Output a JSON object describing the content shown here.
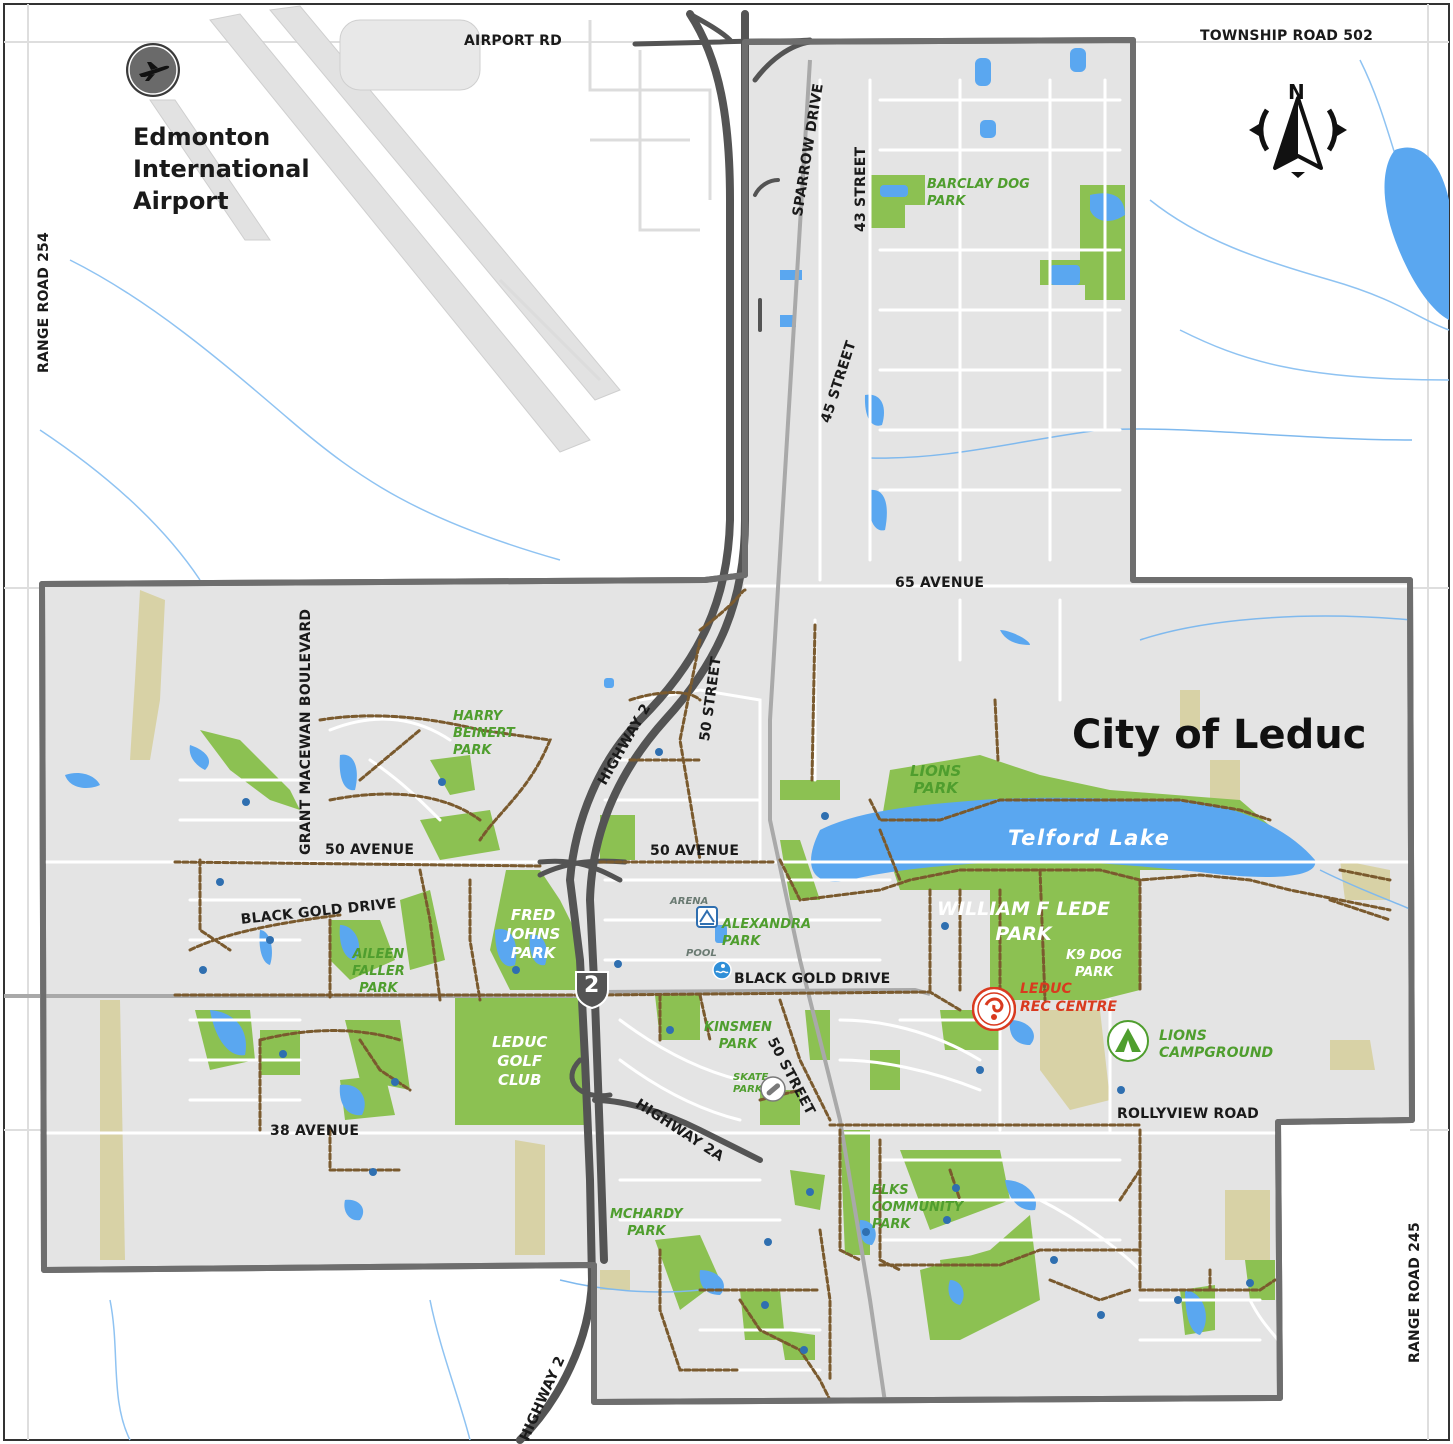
{
  "map": {
    "city_label": "City of Leduc",
    "airport": {
      "name_lines": [
        "Edmonton",
        "International",
        "Airport"
      ],
      "icon": "airplane-icon"
    },
    "compass": {
      "letter": "N",
      "icon": "compass-rose-icon"
    },
    "highway_shield": {
      "number": "2",
      "icon": "highway-shield-icon"
    },
    "lake": "Telford Lake",
    "roads": {
      "airport_rd": "AIRPORT RD",
      "township_502": "TOWNSHIP ROAD 502",
      "range_254": "RANGE ROAD 254",
      "range_245": "RANGE ROAD 245",
      "sparrow": "SPARROW DRIVE",
      "st43": "43 STREET",
      "st45": "45 STREET",
      "ave65": "65 AVENUE",
      "st50_north": "50 STREET",
      "hwy2_north": "HIGHWAY 2",
      "hwy2_south": "HIGHWAY 2",
      "grant_macewan": "GRANT MACEWAN BOULEVARD",
      "ave50_west": "50 AVENUE",
      "ave50_east": "50 AVENUE",
      "black_gold_west": "BLACK GOLD DRIVE",
      "black_gold_east": "BLACK GOLD DRIVE",
      "st50_south": "50 STREET",
      "hwy2a": "HIGHWAY 2A",
      "ave38": "38 AVENUE",
      "rollyview": "ROLLYVIEW ROAD"
    },
    "parks": {
      "barclay": [
        "BARCLAY DOG",
        "PARK"
      ],
      "harry_beinert": [
        "HARRY",
        "BEINERT",
        "PARK"
      ],
      "lions_park": [
        "LIONS",
        "PARK"
      ],
      "william_lede": [
        "WILLIAM F LEDE",
        "PARK"
      ],
      "k9": [
        "K9 DOG",
        "PARK"
      ],
      "fred_johns": [
        "FRED",
        "JOHNS",
        "PARK"
      ],
      "aileen_faller": [
        "AILEEN",
        "FALLER",
        "PARK"
      ],
      "alexandra": [
        "ALEXANDRA",
        "PARK"
      ],
      "leduc_golf": [
        "LEDUC",
        "GOLF",
        "CLUB"
      ],
      "kinsmen": [
        "KINSMEN",
        "PARK"
      ],
      "skate": [
        "SKATE",
        "PARK"
      ],
      "elks": [
        "ELKS",
        "COMMUNITY",
        "PARK"
      ],
      "mchardy": [
        "MCHARDY",
        "PARK"
      ]
    },
    "pois": {
      "arena": "ARENA",
      "pool": "POOL",
      "rec_centre": [
        "LEDUC",
        "REC CENTRE"
      ],
      "campground": [
        "LIONS",
        "CAMPGROUND"
      ]
    },
    "colors": {
      "city_area": "#e4e4e4",
      "boundary": "#6e6e6e",
      "park": "#8cc152",
      "water": "#5aa7f0",
      "highway": "#545454",
      "rail": "#a9a9a9",
      "trail": "#7a5a2e",
      "natural": "#d8d2a6",
      "red_poi": "#d93a1f"
    }
  }
}
